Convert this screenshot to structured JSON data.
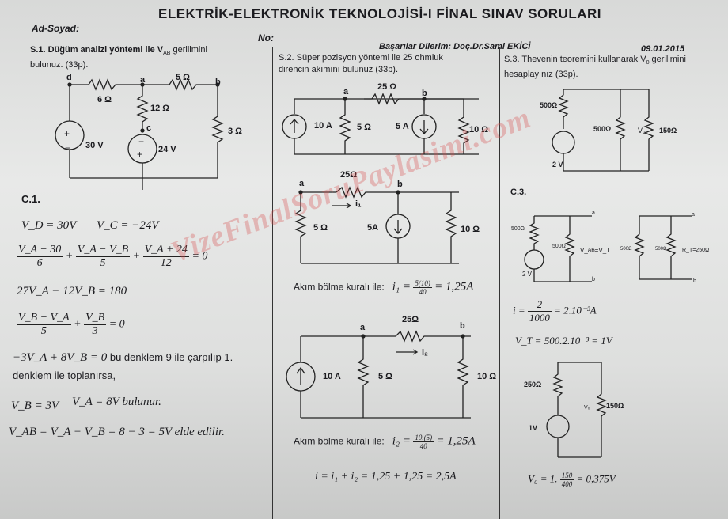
{
  "header": {
    "title": "ELEKTRİK-ELEKTRONİK TEKNOLOJİSİ-I FİNAL SINAV SORULARI",
    "name_label": "Ad-Soyad:",
    "no_label": "No:",
    "greeting": "Başarılar Dilerim: Doç.Dr.Sami EKİCİ",
    "date": "09.01.2015"
  },
  "q1": {
    "text_line1": "S.1. Düğüm analizi yöntemi ile V",
    "sub": "AB",
    "text_line1b": " gerilimini",
    "text_line2": "bulunuz. (33p).",
    "circuit": {
      "node_d": "d",
      "node_a": "a",
      "node_b": "b",
      "node_c": "c",
      "r_da": "6 Ω",
      "r_ab": "5 Ω",
      "r_ac": "12 Ω",
      "r_b": "3 Ω",
      "v1": "30 V",
      "v2": "24 V"
    }
  },
  "a1": {
    "heading": "C.1.",
    "line1a": "V_D = 30V",
    "line1b": "V_C = −24V",
    "frac1_num": "V_A − 30",
    "frac1_den": "6",
    "frac2_num": "V_A − V_B",
    "frac2_den": "5",
    "frac3_num": "V_A + 24",
    "frac3_den": "12",
    "eq1_tail": "= 0",
    "line3": "27V_A − 12V_B = 180",
    "frac4_num": "V_B − V_A",
    "frac4_den": "5",
    "frac5_num": "V_B",
    "frac5_den": "3",
    "eq2_tail": "= 0",
    "line5a": "−3V_A + 8V_B = 0",
    "line5b": " bu denklem 9 ile çarpılıp 1.",
    "line6": "denklem ile toplanırsa,",
    "line7a": "V_B = 3V",
    "line7b": "V_A = 8V bulunur.",
    "line8": "V_AB = V_A − V_B = 8 − 3 = 5V elde edilir."
  },
  "q2": {
    "text_line1": "S.2.  Süper  pozisyon  yöntemi  ile  25  ohmluk",
    "text_line2": "direncin akımını bulunuz (33p).",
    "circuit": {
      "node_a": "a",
      "node_b": "b",
      "i1": "10 A",
      "r1": "5 Ω",
      "r_ab": "25 Ω",
      "i2": "5 A",
      "r2": "10 Ω"
    },
    "sub1": {
      "node_a": "a",
      "node_b": "b",
      "r_ab": "25Ω",
      "r1": "5 Ω",
      "i": "5A",
      "r2": "10 Ω",
      "current": "i₁"
    },
    "rule1_label": "Akım bölme kuralı ile:",
    "rule1_lhs": "i₁ =",
    "rule1_num": "5(10)",
    "rule1_den": "40",
    "rule1_rhs": "= 1,25A",
    "sub2": {
      "node_a": "a",
      "node_b": "b",
      "r_ab": "25Ω",
      "i": "10 A",
      "r1": "5 Ω",
      "r2": "10 Ω",
      "current": "i₂"
    },
    "rule2_label": "Akım bölme kuralı ile:",
    "rule2_lhs": "i₂ =",
    "rule2_num": "10.(5)",
    "rule2_den": "40",
    "rule2_rhs": "= 1,25A",
    "total": "i = i₁ + i₂ = 1,25 + 1,25 = 2,5A"
  },
  "q3": {
    "text_line1": "S.3.  Thevenin teoremini kullanarak V",
    "sub": "0",
    "text_line1b": " gerilimini",
    "text_line2": "hesaplayınız (33p).",
    "circuit": {
      "r1": "500Ω",
      "r2": "500Ω",
      "r3": "150Ω",
      "v": "2 V",
      "vo": "V₀"
    },
    "heading": "C.3.",
    "th1": {
      "r1": "500Ω",
      "r2": "500Ω",
      "v": "2 V",
      "vab": "V_ab=V_T",
      "a": "a",
      "b": "b"
    },
    "th2": {
      "r1": "500Ω",
      "r2": "500Ω",
      "rt": "R_T=250Ω",
      "a": "a",
      "b": "b"
    },
    "i_lhs": "i =",
    "i_num": "2",
    "i_den": "1000",
    "i_rhs": "= 2.10⁻³A",
    "vt": "V_T = 500.2.10⁻³ = 1V",
    "eq": {
      "r": "250Ω",
      "rl": "150Ω",
      "v": "1V",
      "vo": "V₀"
    },
    "vo_lhs": "V₀ = 1.",
    "vo_num": "150",
    "vo_den": "400",
    "vo_rhs": "= 0,375V"
  },
  "watermark": "VizeFinalSoruPaylasimi.com"
}
